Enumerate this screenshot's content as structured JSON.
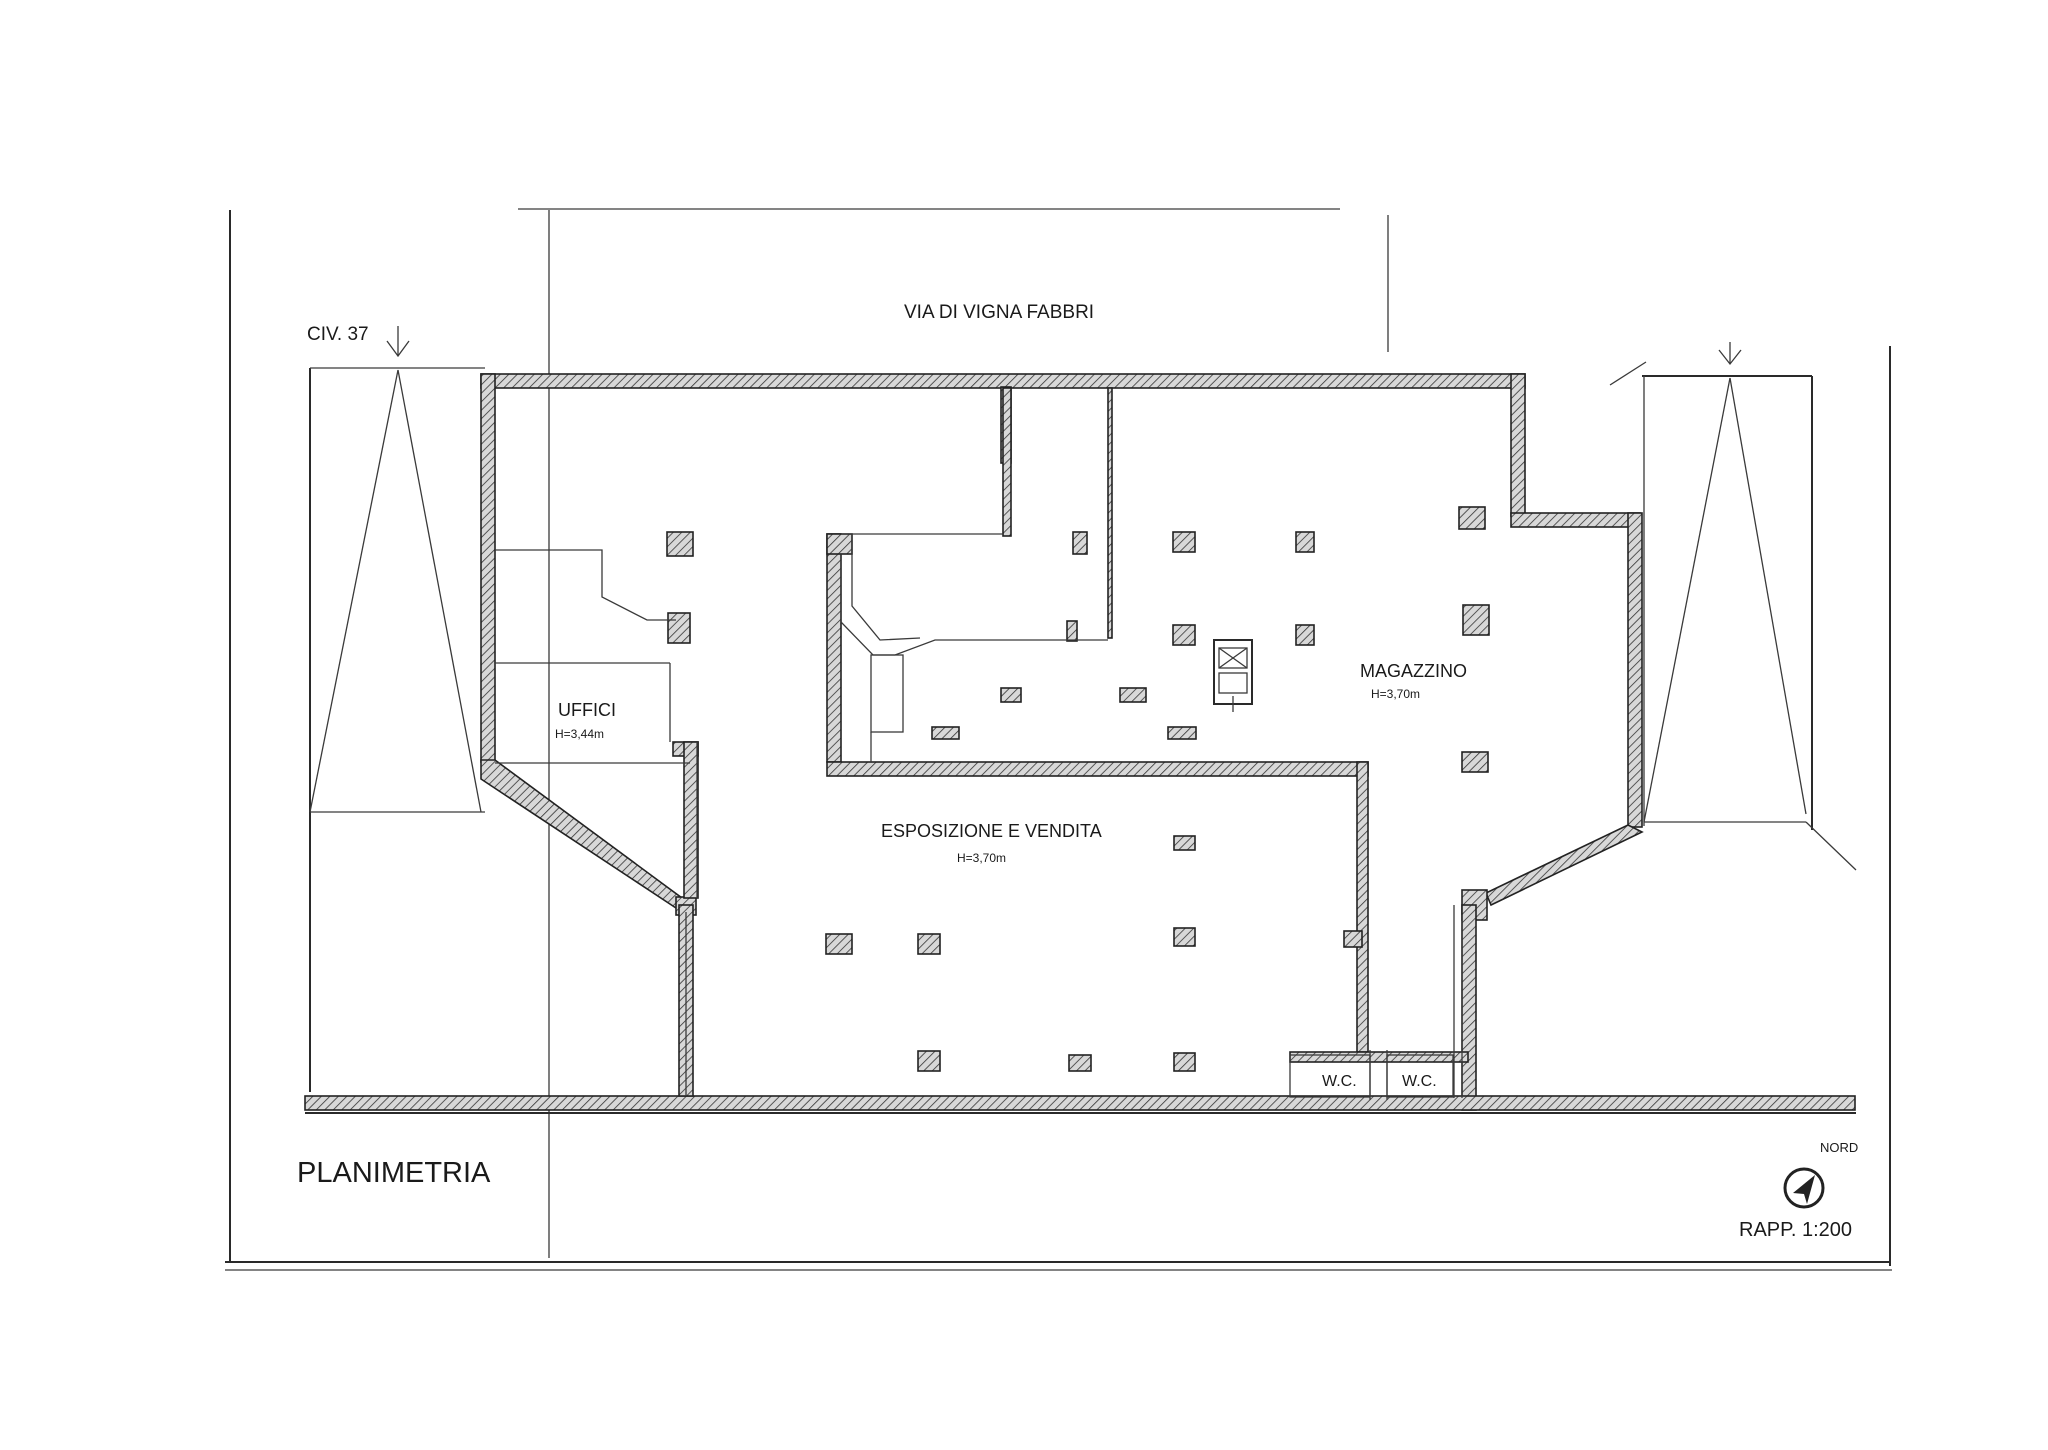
{
  "drawing": {
    "street_label": "VIA DI VIGNA FABBRI",
    "civic_label": "CIV. 37",
    "rooms": [
      {
        "name": "MAGAZZINO",
        "height": "H=3,70m"
      },
      {
        "name": "UFFICI",
        "height": "H=3,44m"
      },
      {
        "name": "ESPOSIZIONE E VENDITA",
        "height": "H=3,70m"
      }
    ],
    "wc_labels": [
      "W.C.",
      "W.C."
    ],
    "title": "PLANIMETRIA",
    "north_label": "NORD",
    "scale_label": "RAPP. 1:200"
  }
}
